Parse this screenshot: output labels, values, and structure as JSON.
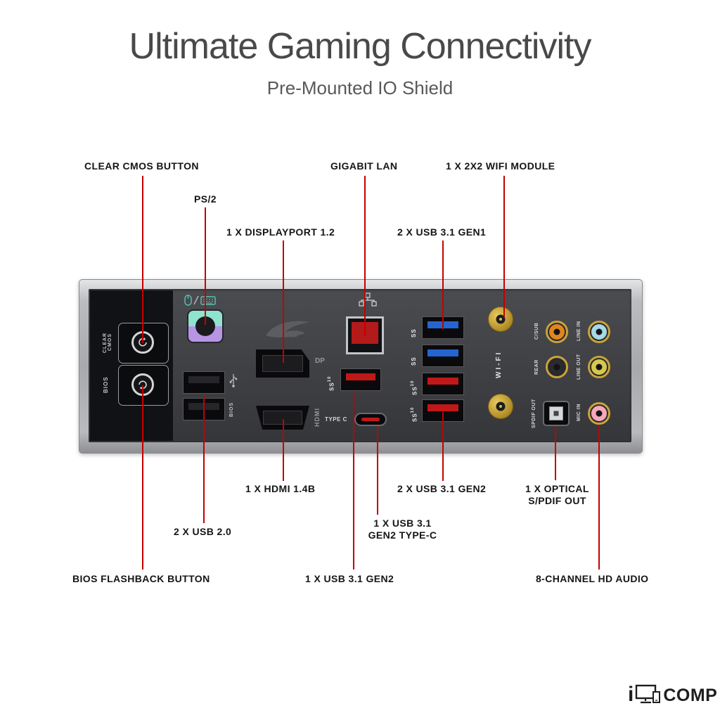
{
  "header": {
    "title": "Ultimate Gaming Connectivity",
    "subtitle": "Pre-Mounted IO Shield"
  },
  "callouts": {
    "clear_cmos": "CLEAR CMOS BUTTON",
    "ps2": "PS/2",
    "displayport": "1 X DISPLAYPORT 1.2",
    "gigabit_lan": "GIGABIT LAN",
    "wifi_module": "1 X 2X2 WIFI MODULE",
    "usb31_gen1": "2 X USB 3.1 GEN1",
    "hdmi": "1 X HDMI 1.4B",
    "usb_20": "2 X USB 2.0",
    "bios_flashback": "BIOS FLASHBACK BUTTON",
    "usb31_gen2": "1 X USB 3.1 GEN2",
    "typec_l1": "1 X USB 3.1",
    "typec_l2": "GEN2 TYPE-C",
    "usb31_gen2_x2": "2 X USB 3.1 GEN2",
    "optical_l1": "1 X OPTICAL",
    "optical_l2": "S/PDIF OUT",
    "hd_audio": "8-CHANNEL HD AUDIO"
  },
  "panel": {
    "clear_cmos": "CLEAR CMOS",
    "bios_btn": "BIOS",
    "usb_bios": "BIOS",
    "dp": "DP",
    "hdmi": "HDMI",
    "type_c": "TYPE C",
    "wifi": "WI-FI",
    "ss": "SS",
    "ss_speed": "10",
    "audio": {
      "csub": "C/SUB",
      "line_in": "LINE IN",
      "rear": "REAR",
      "line_out": "LINE OUT",
      "spdif_out": "SPDIF OUT",
      "mic_in": "MIC IN"
    }
  },
  "logo": {
    "prefix": "i",
    "name": "COMP"
  },
  "colors": {
    "callout_line": "#c40000",
    "usb_gen1_blue": "#2565cf",
    "usb_gen2_red": "#c01818",
    "lan_red": "#b51a1a",
    "wifi_gold": "#c9a43a",
    "panel_face": "#3e3f42"
  }
}
